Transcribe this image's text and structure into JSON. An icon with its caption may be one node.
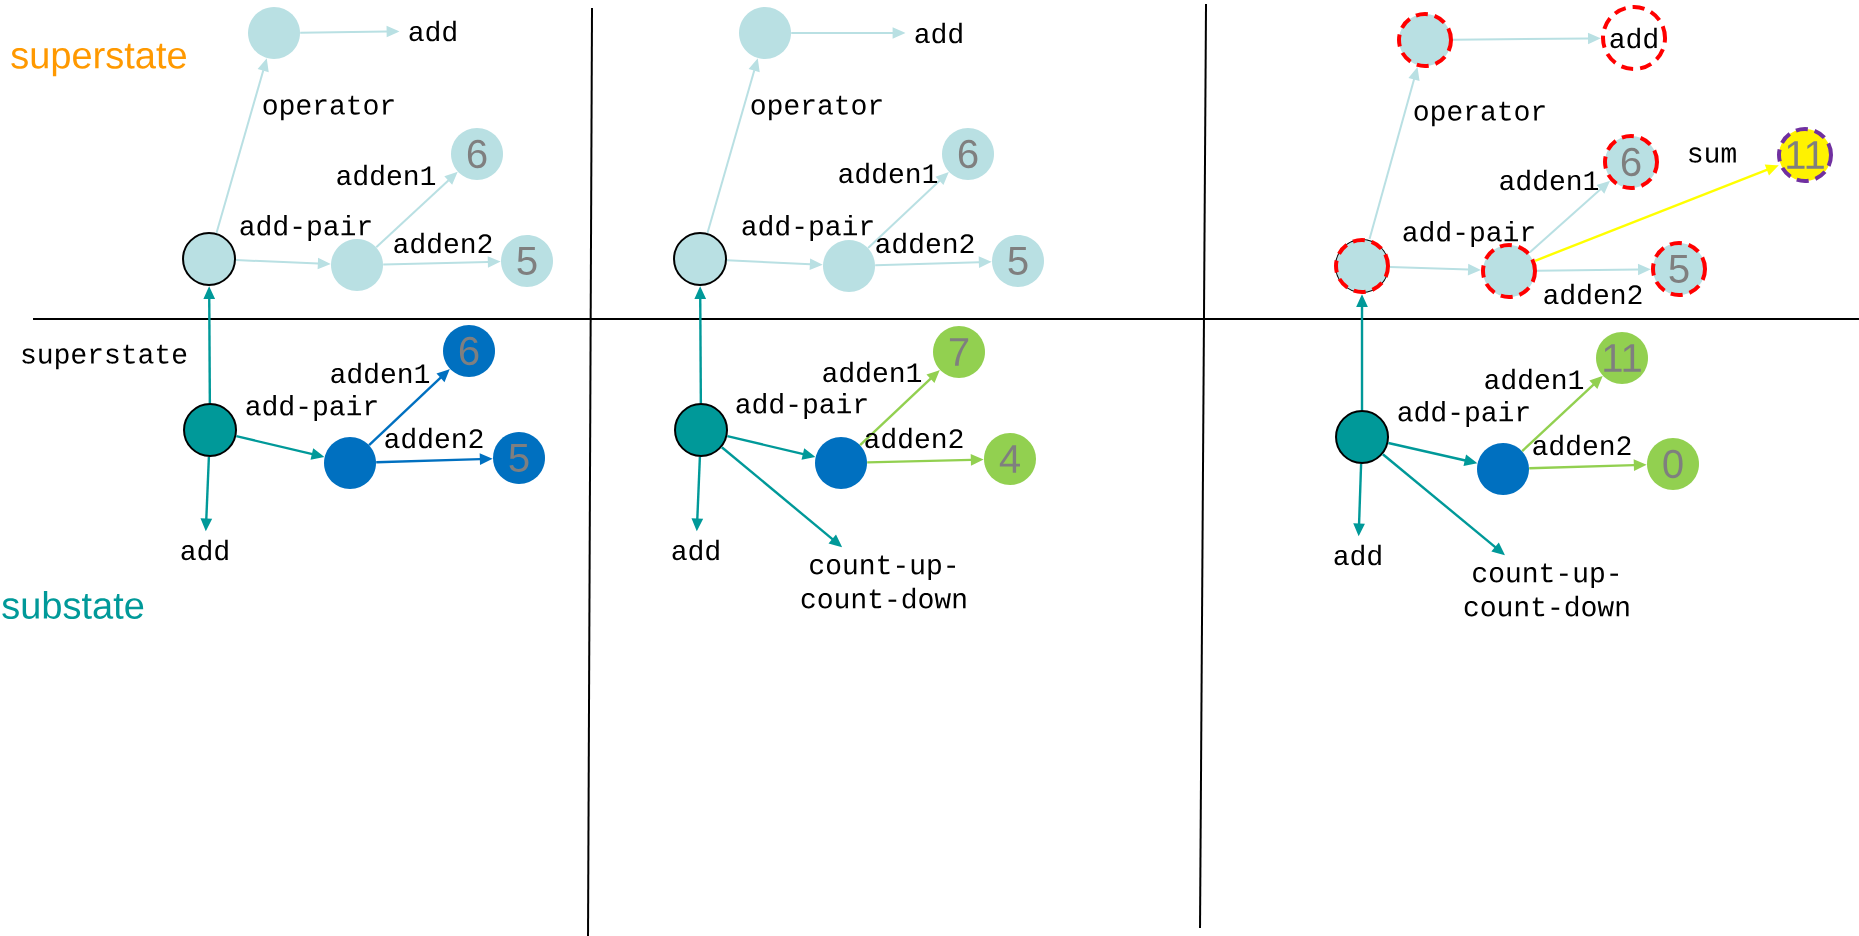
{
  "diagram": {
    "nodes": [
      {
        "text": [],
        "shape": "circle"
      },
      {
        "text": [
          "add"
        ]
      },
      {
        "text": [],
        "shape": "circle"
      },
      {
        "text": [],
        "shape": "circle"
      },
      {
        "text": [
          "6"
        ]
      },
      {
        "text": [
          "5"
        ]
      },
      {
        "text": [],
        "shape": "circle"
      },
      {
        "text": [],
        "shape": "circle"
      },
      {
        "text": [
          "6"
        ]
      },
      {
        "text": [
          "5"
        ]
      },
      {
        "text": [
          "add"
        ]
      },
      {
        "text": [],
        "shape": "circle"
      },
      {
        "text": [
          "add"
        ]
      },
      {
        "text": [],
        "shape": "circle"
      },
      {
        "text": [],
        "shape": "circle"
      },
      {
        "text": [
          "6"
        ]
      },
      {
        "text": [
          "5"
        ]
      },
      {
        "text": [],
        "shape": "circle"
      },
      {
        "text": [],
        "shape": "circle"
      },
      {
        "text": [
          "7"
        ]
      },
      {
        "text": [
          "4"
        ]
      },
      {
        "text": [
          "add"
        ]
      },
      {
        "text": [
          "count-up- count-down"
        ]
      },
      {
        "text": [],
        "shape": "circle"
      },
      {
        "text": [
          "add"
        ]
      },
      {
        "text": [],
        "shape": "circle"
      },
      {
        "text": [],
        "shape": "circle"
      },
      {
        "text": [
          "6"
        ]
      },
      {
        "text": [
          "5"
        ]
      },
      {
        "text": [
          "11"
        ]
      },
      {
        "text": [],
        "shape": "circle"
      },
      {
        "text": [],
        "shape": "circle"
      },
      {
        "text": [
          "11"
        ]
      },
      {
        "text": [
          "0"
        ]
      },
      {
        "text": [
          "add"
        ]
      },
      {
        "text": [
          "count-up- count-down"
        ]
      }
    ],
    "edges": [
      {
        "from": 2,
        "to": 0,
        "arrow": "to",
        "label": "operator"
      },
      {
        "from": 0,
        "to": 1,
        "arrow": "to"
      },
      {
        "from": 2,
        "to": 3,
        "arrow": "to",
        "label": "add-pair"
      },
      {
        "from": 3,
        "to": 4,
        "arrow": "to",
        "label": "adden1"
      },
      {
        "from": 3,
        "to": 5,
        "arrow": "to",
        "label": "adden2"
      },
      {
        "from": 6,
        "to": 2,
        "arrow": "to",
        "label": "superstate",
        "color": "#009999"
      },
      {
        "from": 6,
        "to": 7,
        "arrow": "to",
        "label": "add-pair",
        "color": "#009999"
      },
      {
        "from": 7,
        "to": 8,
        "arrow": "to",
        "label": "adden1",
        "color": "#0070c0"
      },
      {
        "from": 7,
        "to": 9,
        "arrow": "to",
        "label": "adden2",
        "color": "#0070c0"
      },
      {
        "from": 6,
        "to": 10,
        "arrow": "to",
        "color": "#009999"
      },
      {
        "from": 13,
        "to": 11,
        "arrow": "to",
        "label": "operator"
      },
      {
        "from": 11,
        "to": 12,
        "arrow": "to"
      },
      {
        "from": 13,
        "to": 14,
        "arrow": "to",
        "label": "add-pair"
      },
      {
        "from": 14,
        "to": 15,
        "arrow": "to",
        "label": "adden1"
      },
      {
        "from": 14,
        "to": 16,
        "arrow": "to",
        "label": "adden2"
      },
      {
        "from": 17,
        "to": 13,
        "arrow": "to",
        "color": "#009999"
      },
      {
        "from": 17,
        "to": 18,
        "arrow": "to",
        "label": "add-pair",
        "color": "#009999"
      },
      {
        "from": 18,
        "to": 19,
        "arrow": "to",
        "label": "adden1",
        "color": "#92d050"
      },
      {
        "from": 18,
        "to": 20,
        "arrow": "to",
        "label": "adden2",
        "color": "#92d050"
      },
      {
        "from": 17,
        "to": 21,
        "arrow": "to",
        "color": "#009999"
      },
      {
        "from": 17,
        "to": 22,
        "arrow": "to",
        "color": "#009999"
      },
      {
        "from": 25,
        "to": 23,
        "arrow": "to",
        "label": "operator"
      },
      {
        "from": 23,
        "to": 24,
        "arrow": "to"
      },
      {
        "from": 25,
        "to": 26,
        "arrow": "to",
        "label": "add-pair"
      },
      {
        "from": 26,
        "to": 27,
        "arrow": "to",
        "label": "adden1"
      },
      {
        "from": 26,
        "to": 28,
        "arrow": "to",
        "label": "adden2"
      },
      {
        "from": 26,
        "to": 29,
        "arrow": "to",
        "label": "sum",
        "color": "#ffff00"
      },
      {
        "from": 30,
        "to": 25,
        "arrow": "to",
        "color": "#009999"
      },
      {
        "from": 30,
        "to": 31,
        "arrow": "to",
        "label": "add-pair",
        "color": "#009999"
      },
      {
        "from": 31,
        "to": 32,
        "arrow": "to",
        "label": "adden1",
        "color": "#92d050"
      },
      {
        "from": 31,
        "to": 33,
        "arrow": "to",
        "label": "adden2",
        "color": "#92d050"
      },
      {
        "from": 30,
        "to": 34,
        "arrow": "to",
        "color": "#009999"
      },
      {
        "from": 30,
        "to": 35,
        "arrow": "to",
        "color": "#009999"
      }
    ],
    "labels": [
      "superstate",
      "substate"
    ]
  }
}
